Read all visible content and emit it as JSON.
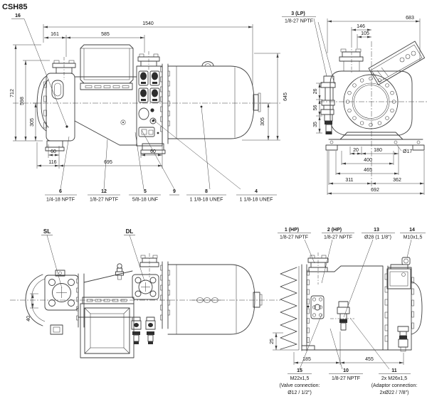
{
  "title": "CSH85",
  "top_view": {
    "callout_16": "16",
    "dim_1540": "1540",
    "dim_161": "161",
    "dim_585": "585",
    "dim_712": "712",
    "dim_598": "598",
    "dim_305_left": "305",
    "dim_645": "645",
    "dim_305_right": "305",
    "dim_60_left": "60",
    "dim_116": "116",
    "dim_695": "695",
    "dim_60_mid": "60",
    "connections": [
      {
        "num": "6",
        "thread": "1/4-18 NPTF"
      },
      {
        "num": "12",
        "thread": "1/8-27 NPTF"
      },
      {
        "num": "5",
        "thread": "5/8-18 UNF"
      },
      {
        "num": "9",
        "thread": ""
      },
      {
        "num": "8",
        "thread": "1 1/8-18 UNEF"
      },
      {
        "num": "4",
        "thread": "1 1/8-18 UNEF"
      }
    ]
  },
  "front_view": {
    "callout_num": "3 (LP)",
    "callout_thread": "1/8-27 NPTF",
    "dim_683": "683",
    "dim_146": "146",
    "dim_105": "105",
    "dim_26": "26",
    "dim_56": "56",
    "dim_35": "35",
    "dim_20": "20",
    "dim_180": "180",
    "dim_dia17": "Ø17",
    "dim_400": "400",
    "dim_465": "465",
    "dim_311": "311",
    "dim_362": "362",
    "dim_692": "692"
  },
  "bottom_view": {
    "label_sl": "SL",
    "label_dl": "DL",
    "dim_40": "40"
  },
  "rear_view": {
    "top_callouts": [
      {
        "num": "1 (HP)",
        "thread": "1/8-27 NPTF"
      },
      {
        "num": "2 (HP)",
        "thread": "1/8-27 NPTF"
      },
      {
        "num": "13",
        "thread": "Ø28 (1 1/8\")"
      },
      {
        "num": "14",
        "thread": "M10x1,5"
      }
    ],
    "dim_25": "25",
    "dim_185": "185",
    "dim_455": "455",
    "bottom_callouts": [
      {
        "num": "15",
        "thread": "M22x1,5",
        "note1": "(Valve connection:",
        "note2": "Ø12 / 1/2\")"
      },
      {
        "num": "10",
        "thread": "1/8-27 NPTF"
      },
      {
        "num": "11",
        "thread": "2x M26x1,5",
        "note1": "(Adaptor connection:",
        "note2": "2xØ22 / 7/8\")"
      }
    ]
  }
}
